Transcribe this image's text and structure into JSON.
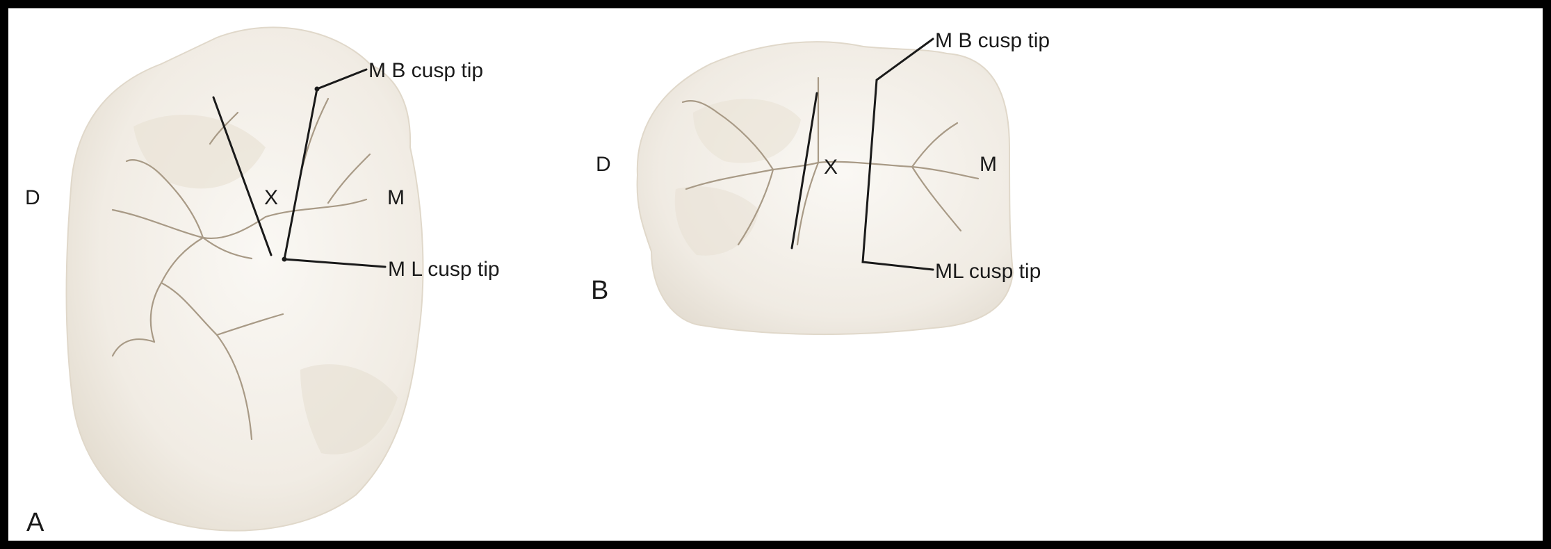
{
  "panel_a": {
    "letter": "A",
    "distal": "D",
    "mesial": "M",
    "center_mark": "X",
    "mb_label": "M B cusp tip",
    "ml_label": "M L cusp tip"
  },
  "panel_b": {
    "letter": "B",
    "distal": "D",
    "mesial": "M",
    "center_mark": "X",
    "mb_label": "M B cusp tip",
    "ml_label": "ML cusp tip"
  },
  "colors": {
    "enamel": "#f3efe8",
    "enamel_shadow": "#e2dbcf",
    "groove": "#a89a86",
    "ink": "#1a1a1a"
  }
}
